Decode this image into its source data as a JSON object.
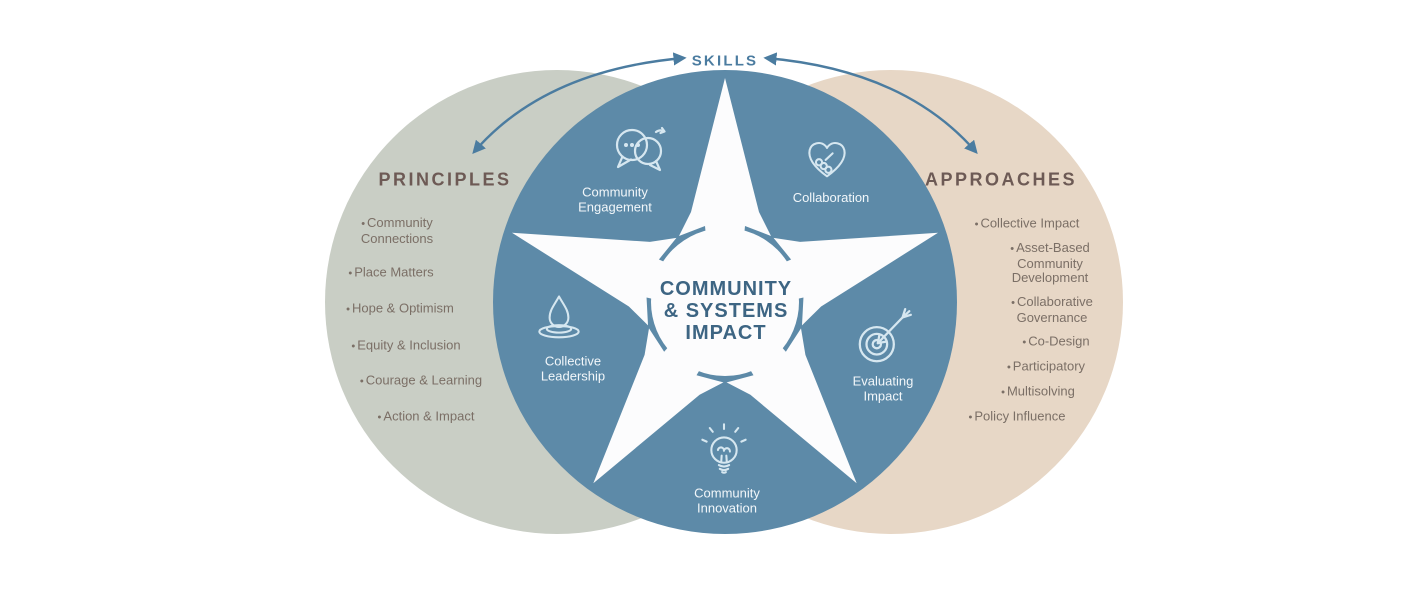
{
  "ui": {
    "bullet": "•"
  },
  "top": {
    "skills_label": "SKILLS"
  },
  "principles": {
    "heading": "PRINCIPLES",
    "items": [
      "Community Connections",
      "Place Matters",
      "Hope & Optimism",
      "Equity & Inclusion",
      "Courage & Learning",
      "Action & Impact"
    ]
  },
  "approaches": {
    "heading": "APPROACHES",
    "items": [
      "Collective Impact",
      "Asset-Based Community Development",
      "Collaborative Governance",
      "Co-Design",
      "Participatory",
      "Multisolving",
      "Policy Influence"
    ]
  },
  "center": {
    "title": "COMMUNITY\n& SYSTEMS\nIMPACT"
  },
  "nodes": [
    {
      "id": "community-engagement",
      "label": "Community\nEngagement",
      "icon": "speech-bubbles-icon"
    },
    {
      "id": "collaboration",
      "label": "Collaboration",
      "icon": "heart-handshake-icon"
    },
    {
      "id": "collective-leadership",
      "label": "Collective\nLeadership",
      "icon": "water-drop-ripple-icon"
    },
    {
      "id": "evaluating-impact",
      "label": "Evaluating\nImpact",
      "icon": "target-arrow-icon"
    },
    {
      "id": "community-innovation",
      "label": "Community\nInnovation",
      "icon": "lightbulb-icon"
    }
  ],
  "colors": {
    "center_circle": "#5d8aa8",
    "left_circle": "#c9cec5",
    "right_circle": "#e7d7c6",
    "star": "#fcfcfd",
    "accent_blue": "#4b7ca0",
    "heading_brown": "#6d5a55",
    "list_text": "#7b6f66",
    "center_text": "#3d6583",
    "icon_stroke": "#d6e7f0",
    "node_label": "#f2f7fa"
  }
}
